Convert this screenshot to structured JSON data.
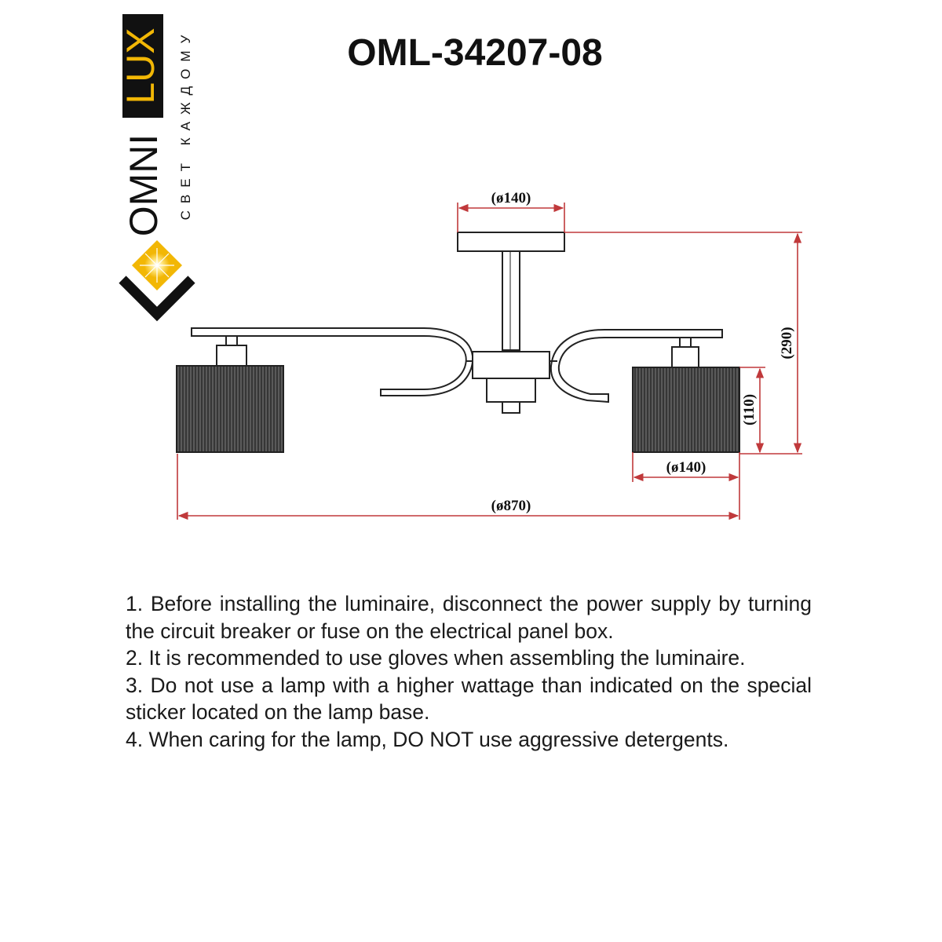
{
  "brand": {
    "name_part1": "OMNI",
    "name_part2": "LUX",
    "tagline": "СВЕТ КАЖДОМУ",
    "accent_color": "#f2b705",
    "dark_color": "#111111"
  },
  "title": "OML-34207-08",
  "dimensions": {
    "canopy_diameter": "(ø140)",
    "total_height": "(290)",
    "shade_height": "(110)",
    "shade_diameter": "(ø140)",
    "overall_diameter": "(ø870)",
    "line_color": "#c0393b"
  },
  "notes": [
    "1. Before installing the luminaire, disconnect the power supply by turning the circuit breaker or fuse on the electrical panel box.",
    "2. It is recommended to use gloves when assembling the luminaire.",
    "3. Do not use a lamp with a higher wattage than indicated on the special sticker located on the lamp base.",
    "4. When caring for the lamp, DO NOT use aggressive detergents."
  ]
}
